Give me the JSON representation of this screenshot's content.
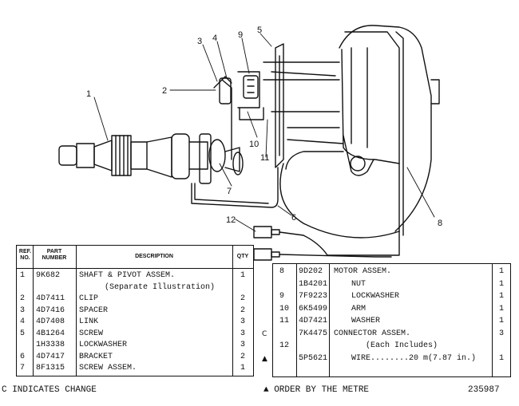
{
  "callouts": [
    "1",
    "2",
    "3",
    "4",
    "5",
    "6",
    "7",
    "8",
    "9",
    "10",
    "11",
    "12"
  ],
  "left_table": {
    "headers": {
      "ref": "REF. NO.",
      "part": "PART NUMBER",
      "desc": "DESCRIPTION",
      "qty": "QTY"
    },
    "rows": [
      {
        "ref": "1",
        "part": "9K682",
        "desc": "SHAFT & PIVOT ASSEM.",
        "qty": "1"
      },
      {
        "ref": "",
        "part": "",
        "desc": "(Separate Illustration)",
        "qty": ""
      },
      {
        "ref": "2",
        "part": "4D7411",
        "desc": "CLIP",
        "qty": "2"
      },
      {
        "ref": "3",
        "part": "4D7416",
        "desc": "SPACER",
        "qty": "2"
      },
      {
        "ref": "4",
        "part": "4D7408",
        "desc": "LINK",
        "qty": "3"
      },
      {
        "ref": "5",
        "part": "4B1264",
        "desc": "SCREW",
        "qty": "3"
      },
      {
        "ref": "",
        "part": "1H3338",
        "desc": "LOCKWASHER",
        "qty": "3"
      },
      {
        "ref": "6",
        "part": "4D7417",
        "desc": "BRACKET",
        "qty": "2"
      },
      {
        "ref": "7",
        "part": "8F1315",
        "desc": "SCREW ASSEM.",
        "qty": "1"
      }
    ]
  },
  "right_table": {
    "rows": [
      {
        "mark": "",
        "ref": "8",
        "part": "9D202",
        "desc": "MOTOR ASSEM.",
        "qty": "1"
      },
      {
        "mark": "",
        "ref": "",
        "part": "1B4201",
        "desc": "NUT",
        "qty": "1"
      },
      {
        "mark": "",
        "ref": "9",
        "part": "7F9223",
        "desc": "LOCKWASHER",
        "qty": "1"
      },
      {
        "mark": "",
        "ref": "10",
        "part": "6K5499",
        "desc": "ARM",
        "qty": "1"
      },
      {
        "mark": "",
        "ref": "11",
        "part": "4D7421",
        "desc": "WASHER",
        "qty": "1"
      },
      {
        "mark": "C",
        "ref": "",
        "part": "7K4475",
        "desc": "CONNECTOR ASSEM.",
        "qty": "3"
      },
      {
        "mark": "",
        "ref": "12",
        "part": "",
        "desc": "(Each Includes)",
        "qty": ""
      },
      {
        "mark": "▲",
        "ref": "",
        "part": "5P5621",
        "desc": "WIRE........20 m(7.87 in.)",
        "qty": "1"
      }
    ]
  },
  "footer": {
    "change_note": "C INDICATES CHANGE",
    "order_note": "▲ ORDER BY THE METRE",
    "figure_number": "235987"
  }
}
